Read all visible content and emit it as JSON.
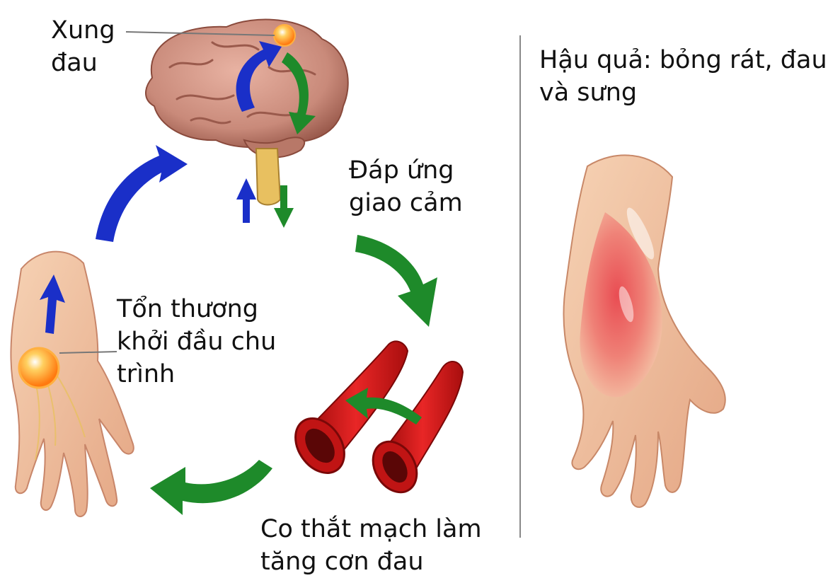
{
  "labels": {
    "pain_impulse": "Xung\nđau",
    "sympathetic_response": "Đáp ứng\ngiao cảm",
    "initial_injury": "Tổn thương\nkhởi đầu chu\ntrình",
    "vasospasm": "Co thắt mạch làm\ntăng cơn đau",
    "consequence": "Hậu quả: bỏng rát, đau\nvà sưng"
  },
  "colors": {
    "afferent_arrow": "#1a2fc8",
    "efferent_arrow": "#1e8a2a",
    "vessel": "#d41a1a",
    "brain": "#c98a7a",
    "skin": "#f2c0a0",
    "inflamed_skin": "#e8504a",
    "hotspot": "#ff9a1a",
    "divider": "#888888"
  }
}
